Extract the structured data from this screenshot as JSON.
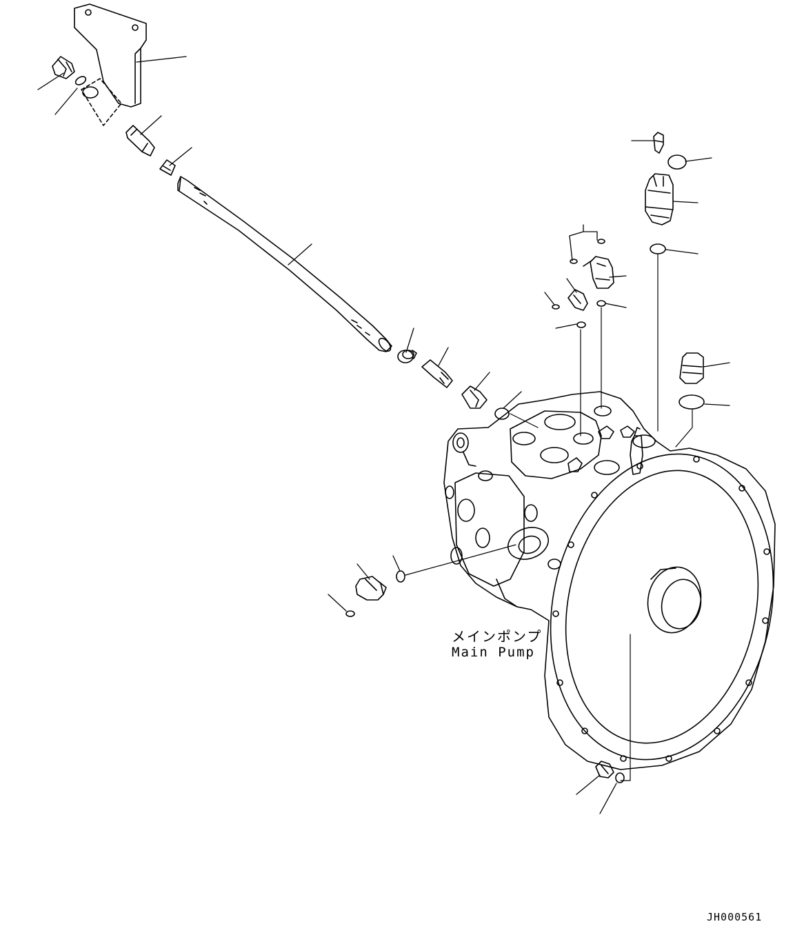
{
  "diagram": {
    "component_label_jp": "メインポンプ",
    "component_label_en": "Main Pump",
    "drawing_number": "JH000561"
  },
  "colors": {
    "line": "#000000",
    "background": "#ffffff"
  }
}
